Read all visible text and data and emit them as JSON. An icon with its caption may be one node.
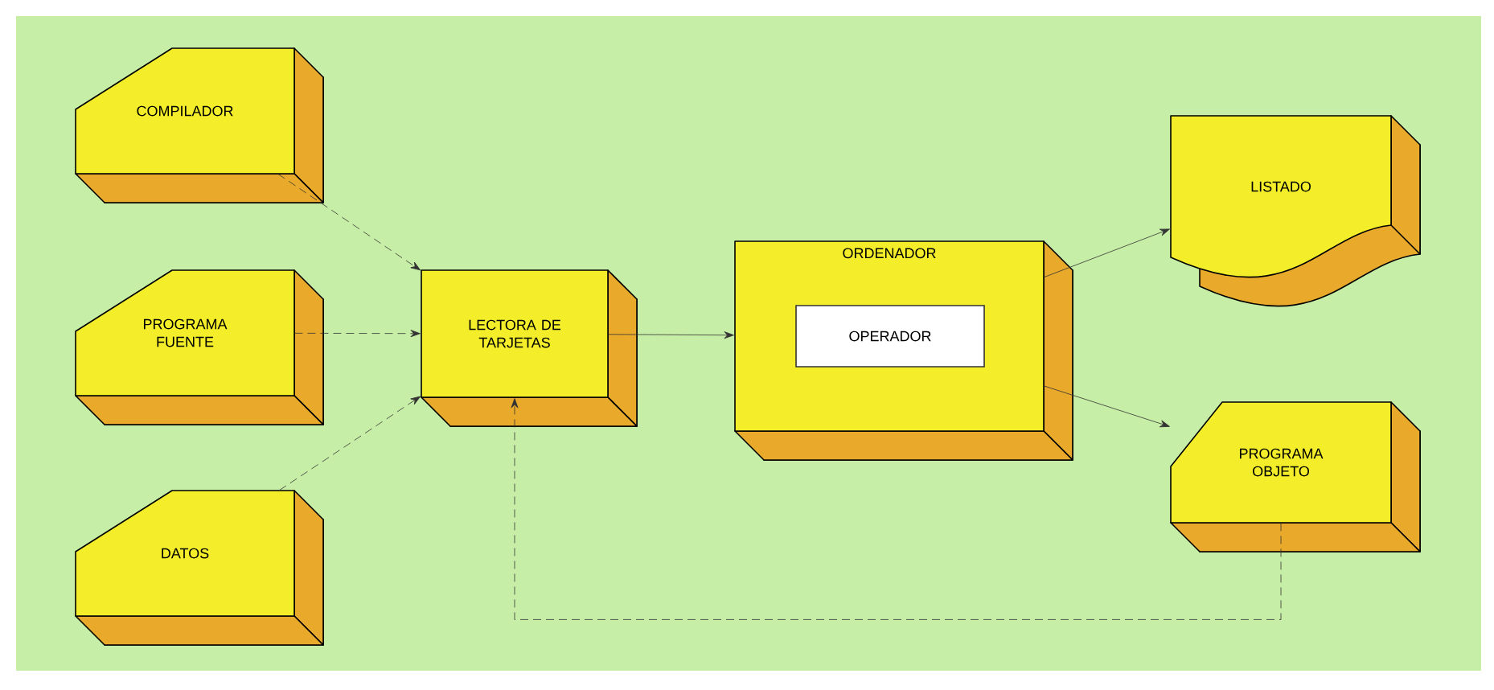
{
  "diagram": {
    "nodes": [
      {
        "text": [
          "COMPILADOR"
        ]
      },
      {
        "text": [
          "PROGRAMA FUENTE"
        ]
      },
      {
        "text": [
          "DATOS"
        ]
      },
      {
        "text": [
          "LECTORA DE TARJETAS"
        ]
      },
      {
        "text": [
          "ORDENADOR"
        ]
      },
      {
        "text": [
          "OPERADOR"
        ],
        "in": 4
      },
      {
        "text": [
          "LISTADO"
        ]
      },
      {
        "text": [
          "PROGRAMA OBJETO"
        ]
      }
    ],
    "edges": [
      {
        "from": 0,
        "to": 3,
        "arrow": "to",
        "style": "dashed"
      },
      {
        "from": 1,
        "to": 3,
        "arrow": "to",
        "style": "dashed"
      },
      {
        "from": 2,
        "to": 3,
        "arrow": "to",
        "style": "dashed"
      },
      {
        "from": 3,
        "to": 4,
        "arrow": "to"
      },
      {
        "from": 4,
        "to": 6,
        "arrow": "to"
      },
      {
        "from": 4,
        "to": 7,
        "arrow": "to"
      },
      {
        "from": 7,
        "to": 3,
        "arrow": "to",
        "style": "dashed"
      }
    ]
  }
}
